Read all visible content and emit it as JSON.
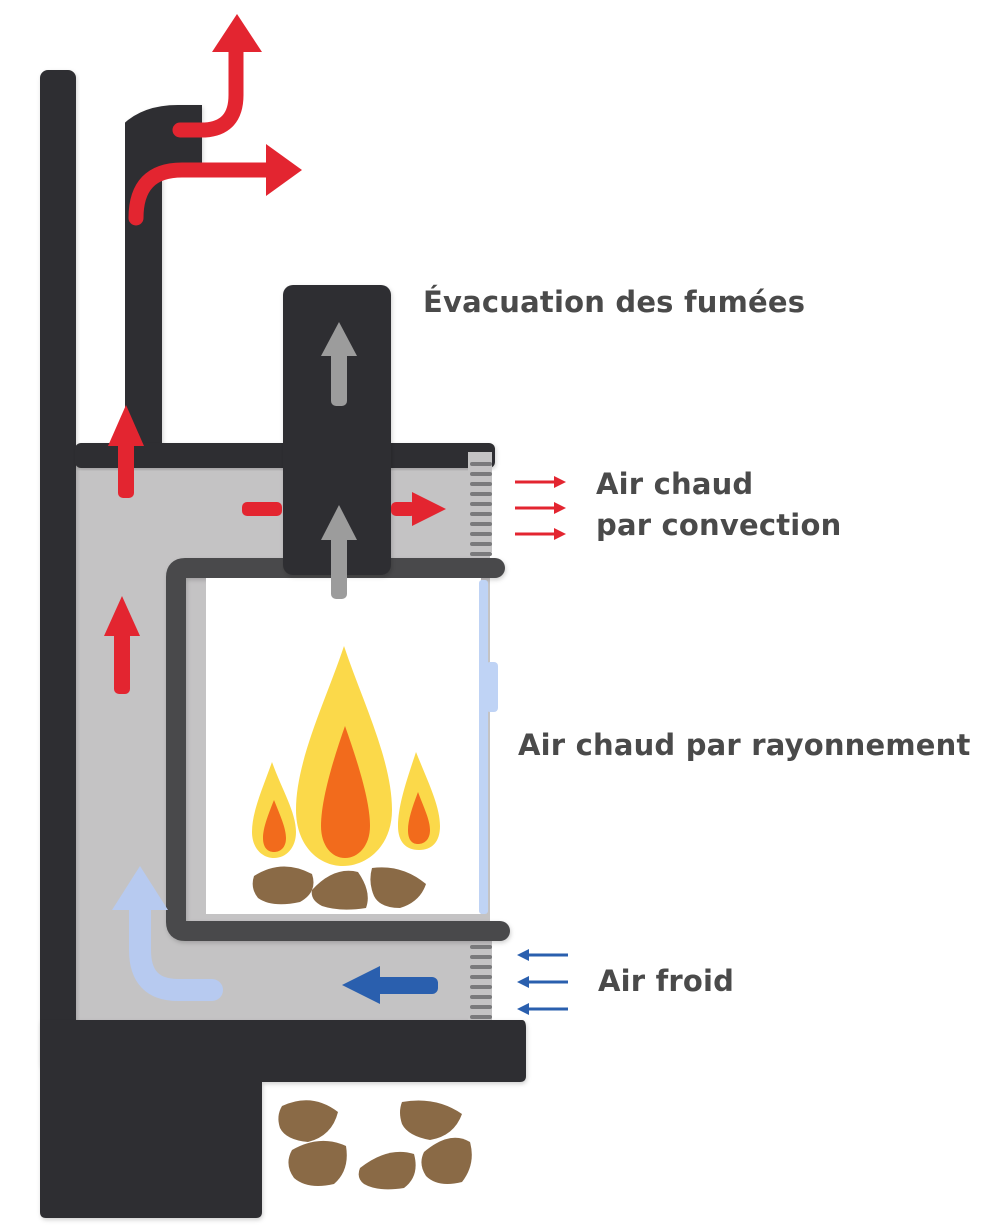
{
  "labels": {
    "smoke": "Évacuation des fumées",
    "convection_line1": "Air chaud",
    "convection_line2": "par convection",
    "radiation": "Air chaud par rayonnement",
    "cold_air": "Air froid"
  },
  "colors": {
    "structure": "#2f2f31",
    "air_chamber": "#c4c3c4",
    "hot_air": "#e32530",
    "cold_air": "#2a5fae",
    "rising_air": "#b7caf0",
    "smoke": "#9c9c9c",
    "glass": "#bfd3f5",
    "flame_outer": "#fbd94a",
    "flame_inner": "#f26b1c",
    "log": "#8a6a46",
    "label_text": "#4a4a4a"
  },
  "icons": {
    "hot_air_arrow": "arrow-up-red-icon",
    "cold_air_arrow": "arrow-left-blue-icon",
    "smoke_arrow": "arrow-up-grey-icon",
    "flame": "flame-icon",
    "log": "log-icon"
  }
}
